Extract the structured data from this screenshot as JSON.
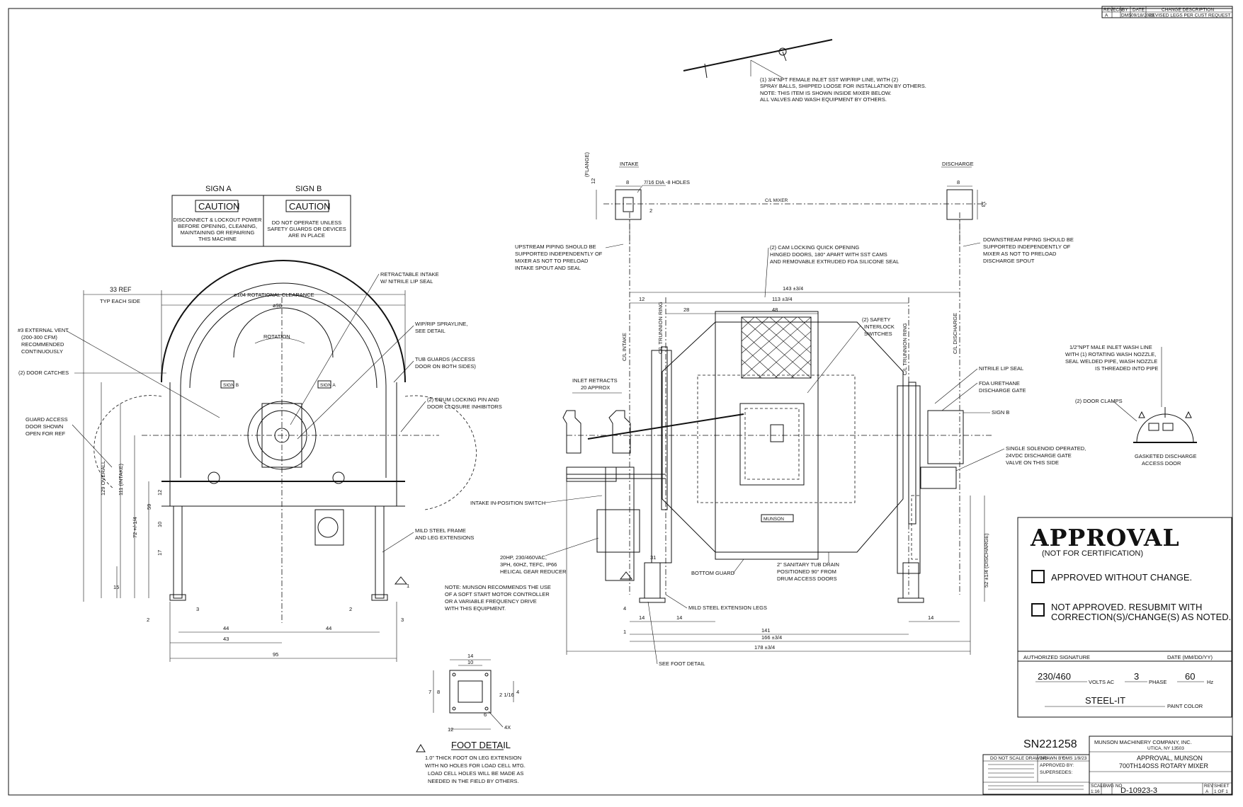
{
  "revision_block": {
    "rev": "REV",
    "ecn": "ECN",
    "by": "BY",
    "date": "DATE",
    "change_description": "CHANGE DESCRIPTION",
    "row_rev": "A",
    "row_by": "DMS",
    "row_date": "09/18/2023",
    "row_description": "REVISED LEGS PER CUST REQUEST"
  },
  "wash_line_note": [
    "(1) 3/4\"NPT FEMALE INLET SST WIP/RIP LINE, WITH (2)",
    "SPRAY BALLS, SHIPPED LOOSE FOR INSTALLATION BY OTHERS.",
    "NOTE: THIS ITEM IS SHOWN INSIDE MIXER BELOW.",
    "ALL VALVES AND WASH EQUIPMENT BY OTHERS."
  ],
  "signs": {
    "sign_a_title": "SIGN A",
    "sign_b_title": "SIGN B",
    "caution": "CAUTION",
    "sign_a_text": [
      "DISCONNECT & LOCKOUT POWER",
      "BEFORE OPENING, CLEANING,",
      "MAINTAINING OR REPAIRING",
      "THIS MACHINE"
    ],
    "sign_b_text": [
      "DO NOT OPERATE UNLESS",
      "SAFETY GUARDS OR DEVICES",
      "ARE IN PLACE"
    ]
  },
  "flange": {
    "intake": "INTAKE",
    "discharge": "DISCHARGE",
    "flange_label": "(FLANGE)",
    "holes": "7/16 DIA -8 HOLES",
    "cl_mixer": "C/L MIXER",
    "dim_8": "8",
    "dim_13": "13",
    "dim_12": "12",
    "dim_2": "2"
  },
  "end_view": {
    "ref": "33 REF",
    "typ": "TYP EACH SIDE",
    "clearance": "ø104 ROTATIONAL CLEARANCE",
    "dia": "ø98",
    "rotation": "ROTATION",
    "sign_b": "SIGN B",
    "sign_a": "SIGN A",
    "vent": [
      "#3 EXTERNAL VENT",
      "(200-300 CFM)",
      "RECOMMENDED",
      "CONTINUOUSLY"
    ],
    "door_catches": "(2) DOOR CATCHES",
    "guard_access": [
      "GUARD ACCESS",
      "DOOR SHOWN",
      "OPEN FOR REF"
    ],
    "retractable": [
      "RETRACTABLE INTAKE",
      "W/ NITRILE LIP SEAL"
    ],
    "sprayline": [
      "WIP/RIP SPRAYLINE,",
      "SEE DETAIL"
    ],
    "tub_guards": [
      "TUB GUARDS (ACCESS",
      "DOOR ON BOTH SIDES)"
    ],
    "drum_locking": [
      "(2) DRUM LOCKING PIN AND",
      "DOOR CLOSURE INHIBITORS"
    ],
    "frame": [
      "MILD STEEL FRAME",
      "AND LEG EXTENSIONS"
    ],
    "overall": "129 OVERALL",
    "intake_h": "111 (INTAKE)",
    "dim_72": "72 +/-1/4",
    "dim_59": "59",
    "dim_12": "12",
    "dim_10": "10",
    "dim_17": "17",
    "dim_15": "15",
    "dim_44a": "44",
    "dim_44b": "44",
    "dim_43": "43",
    "dim_95": "95",
    "dim_2": "2",
    "dim_3": "3",
    "dim_1": "1"
  },
  "side_view": {
    "cam_doors": [
      "(2) CAM LOCKING QUICK OPENING",
      "HINGED DOORS, 180° APART WITH SST CAMS",
      "AND REMOVABLE EXTRUDED FDA SILICONE SEAL"
    ],
    "upstream": [
      "UPSTREAM PIPING SHOULD BE",
      "SUPPORTED INDEPENDENTLY OF",
      "MIXER AS NOT TO PRELOAD",
      "INTAKE SPOUT AND SEAL"
    ],
    "downstream": [
      "DOWNSTREAM PIPING SHOULD BE",
      "SUPPORTED INDEPENDENTLY OF",
      "MIXER AS NOT TO PRELOAD",
      "DISCHARGE SPOUT"
    ],
    "dim_143": "143 ±3/4",
    "dim_113": "113 ±3/4",
    "dim_12": "12",
    "dim_28": "28",
    "dim_48": "48",
    "safety": [
      "(2) SAFETY",
      "INTERLOCK",
      "SWITCHES"
    ],
    "cl_intake": "C/L INTAKE",
    "cl_trunnion": "C/L TRUNNION RING",
    "cl_discharge": "C/L DISCHARGE",
    "inlet_retracts": [
      "INLET RETRACTS",
      "20 APPROX"
    ],
    "nitrile": "NITRILE LIP SEAL",
    "fda_urethane": [
      "FDA URETHANE",
      "DISCHARGE GATE"
    ],
    "sign_b": "SIGN B",
    "solenoid": [
      "SINGLE SOLENOID OPERATED,",
      "24VDC DISCHARGE GATE",
      "VALVE ON THIS SIDE"
    ],
    "intake_switch": "INTAKE IN-POSITION SWITCH",
    "motor": [
      "20HP, 230/460VAC,",
      "3PH, 60HZ, TEFC, IP66",
      "HELICAL GEAR REDUCER"
    ],
    "note_motor": [
      "NOTE: MUNSON RECOMMENDS THE USE",
      "OF A SOFT START MOTOR CONTROLLER",
      "OR A VARIABLE FREQUENCY DRIVE",
      "WITH THIS EQUIPMENT."
    ],
    "bottom_guard": "BOTTOM GUARD",
    "tub_drain": [
      "2\" SANITARY TUB DRAIN",
      "POSITIONED 90° FROM",
      "DRUM ACCESS DOORS"
    ],
    "extension_legs": "MILD STEEL EXTENSION LEGS",
    "dim_141": "141",
    "dim_166": "166 ±3/4",
    "dim_178": "178 ±3/4",
    "dim_14a": "14",
    "dim_14b": "14",
    "dim_14c": "14",
    "dim_52": "52 ±1/4 (DISCHARGE)",
    "dim_31": "31",
    "dim_4": "4",
    "dim_1": "1",
    "foot_detail": "SEE FOOT DETAIL",
    "munson": "MUNSON"
  },
  "door_detail": {
    "wash_line": [
      "1/2\"NPT MALE INLET WASH LINE",
      "WITH (1) ROTATING WASH NOZZLE,",
      "SEAL WELDED PIPE, WASH NOZZLE",
      "IS THREADED INTO PIPE"
    ],
    "door_clamps": "(2) DOOR CLAMPS",
    "gasketed": [
      "GASKETED DISCHARGE",
      "ACCESS DOOR"
    ]
  },
  "foot": {
    "title": "FOOT DETAIL",
    "dim_14": "14",
    "dim_10": "10",
    "dim_7": "7",
    "dim_8": "8",
    "dim_4": "4",
    "dim_2": "2 1/16",
    "dim_12": "12",
    "dim_6": "6",
    "holes": "4X",
    "note": [
      "1.0\" THICK FOOT ON LEG EXTENSION",
      "WITH NO HOLES FOR LOAD CELL MTG.",
      "LOAD CELL HOLES WILL BE MADE AS",
      "NEEDED IN THE FIELD BY OTHERS."
    ]
  },
  "approval": {
    "title": "APPROVAL",
    "subtitle": "(NOT FOR CERTIFICATION)",
    "option1": "APPROVED WITHOUT CHANGE.",
    "option2a": "NOT APPROVED. RESUBMIT WITH",
    "option2b": "CORRECTION(S)/CHANGE(S) AS NOTED.",
    "auth_sig": "AUTHORIZED SIGNATURE",
    "date_label": "DATE (MM/DD/YY)",
    "volts": "230/460",
    "volts_label": "VOLTS AC",
    "phase": "3",
    "phase_label": "PHASE",
    "hz": "60",
    "hz_label": "Hz",
    "paint": "STEEL-IT",
    "paint_label": "PAINT COLOR"
  },
  "title_block": {
    "serial": "SN221258",
    "company": "MUNSON MACHINERY COMPANY, INC.",
    "city": "UTICA, NY 13503",
    "title1": "APPROVAL, MUNSON",
    "title2": "700TH14OSS ROTARY MIXER",
    "dwg_no_label": "DWG NO",
    "dwg_no": "D-10923-3",
    "scale_label": "SCALE",
    "scale": "1:16",
    "rev_label": "REV",
    "rev": "A",
    "sheet_label": "SHEET",
    "sheet": "1 OF 1",
    "do_not_scale": "DO NOT SCALE DRAWING",
    "drawn_by": "DRAWN BY:",
    "drawn_val": "DMS 1/9/23",
    "approved_by": "APPROVED BY:",
    "supersedes": "SUPERSEDES:"
  }
}
